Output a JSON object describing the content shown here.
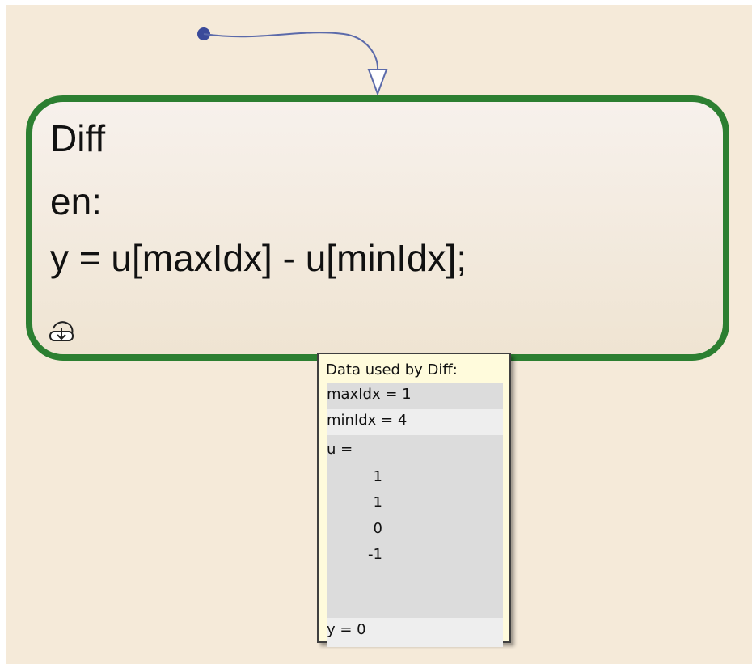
{
  "state": {
    "name": "Diff",
    "entry_label": "en:",
    "action": "y = u[maxIdx] - u[minIdx];"
  },
  "tooltip": {
    "title": "Data used by Diff:",
    "rows": [
      {
        "text": "maxIdx = 1"
      },
      {
        "text": "minIdx = 4"
      }
    ],
    "u_label": "u =",
    "u_values": [
      "1",
      "1",
      "0",
      "-1"
    ],
    "y_row": "y = 0"
  },
  "colors": {
    "background": "#f5ead9",
    "state_border": "#2c7f31",
    "transition": "#3a4a9a",
    "tooltip_bg": "#fffbdc"
  },
  "icons": {
    "default_transition": "filled-dot-icon",
    "subchart": "subchart-icon"
  }
}
